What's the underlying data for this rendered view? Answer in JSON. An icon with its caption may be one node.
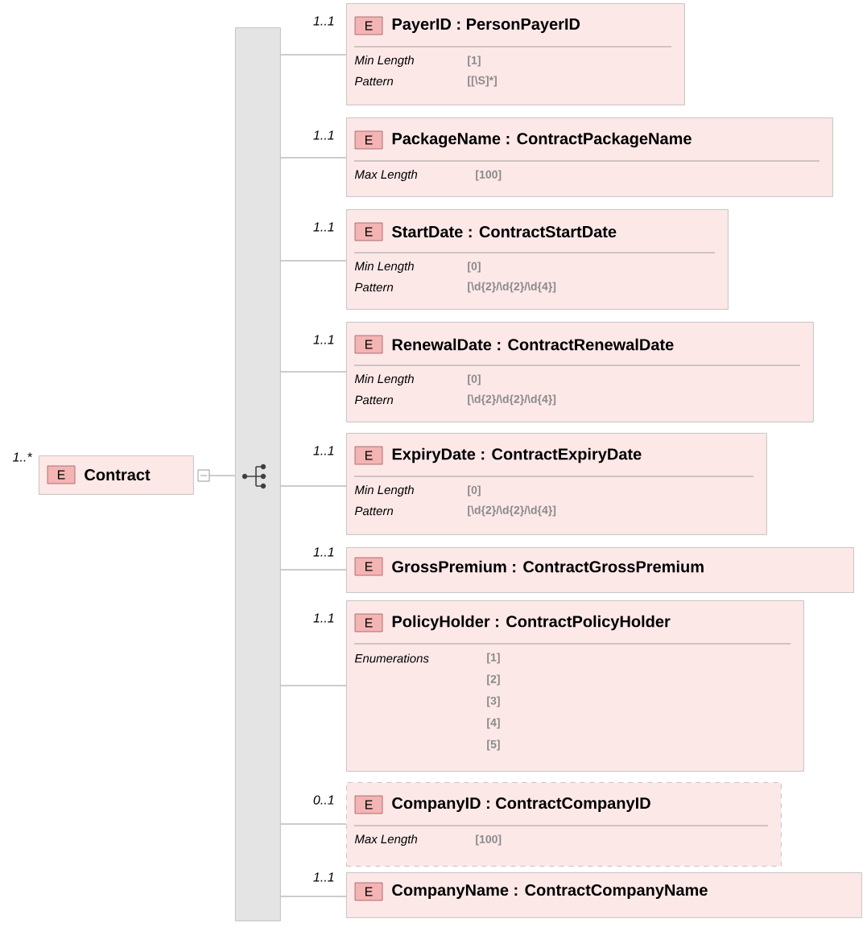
{
  "diagram": {
    "nodes": [
      {
        "text": [
          "E",
          "Contract"
        ],
        "beside": [
          "1..*"
        ]
      },
      {
        "text": [],
        "shape": "bar"
      },
      {
        "text": [
          "E",
          "PayerID : PersonPayerID",
          "Min Length",
          "[1]",
          "Pattern",
          "[[\\S]*]"
        ],
        "beside": [
          "1..1"
        ]
      },
      {
        "text": [
          "E",
          "PackageName : ContractPackageName",
          "Max Length",
          "[100]"
        ],
        "beside": [
          "1..1"
        ]
      },
      {
        "text": [
          "E",
          "StartDate : ContractStartDate",
          "Min Length",
          "[0]",
          "Pattern",
          "[\\d{2}/\\d{2}/\\d{4}]"
        ],
        "beside": [
          "1..1"
        ]
      },
      {
        "text": [
          "E",
          "RenewalDate : ContractRenewalDate",
          "Min Length",
          "[0]",
          "Pattern",
          "[\\d{2}/\\d{2}/\\d{4}]"
        ],
        "beside": [
          "1..1"
        ]
      },
      {
        "text": [
          "E",
          "ExpiryDate : ContractExpiryDate",
          "Min Length",
          "[0]",
          "Pattern",
          "[\\d{2}/\\d{2}/\\d{4}]"
        ],
        "beside": [
          "1..1"
        ]
      },
      {
        "text": [
          "E",
          "GrossPremium : ContractGrossPremium"
        ],
        "beside": [
          "1..1"
        ]
      },
      {
        "text": [
          "E",
          "PolicyHolder : ContractPolicyHolder",
          "Enumerations",
          "[1]",
          "[2]",
          "[3]",
          "[4]",
          "[5]"
        ],
        "beside": [
          "1..1"
        ]
      },
      {
        "text": [
          "E",
          "CompanyID : ContractCompanyID",
          "Max Length",
          "[100]"
        ],
        "beside": [
          "0..1"
        ]
      },
      {
        "text": [
          "E",
          "CompanyName : ContractCompanyName"
        ],
        "beside": [
          "1..1"
        ]
      }
    ],
    "edges": [
      {
        "from": 0,
        "to": 1,
        "arrow": "none"
      },
      {
        "from": 1,
        "to": 2,
        "arrow": "none"
      },
      {
        "from": 1,
        "to": 3,
        "arrow": "none"
      },
      {
        "from": 1,
        "to": 4,
        "arrow": "none"
      },
      {
        "from": 1,
        "to": 5,
        "arrow": "none"
      },
      {
        "from": 1,
        "to": 6,
        "arrow": "none"
      },
      {
        "from": 1,
        "to": 7,
        "arrow": "none"
      },
      {
        "from": 1,
        "to": 8,
        "arrow": "none"
      },
      {
        "from": 1,
        "to": 9,
        "arrow": "none"
      },
      {
        "from": 1,
        "to": 10,
        "arrow": "none"
      }
    ]
  }
}
